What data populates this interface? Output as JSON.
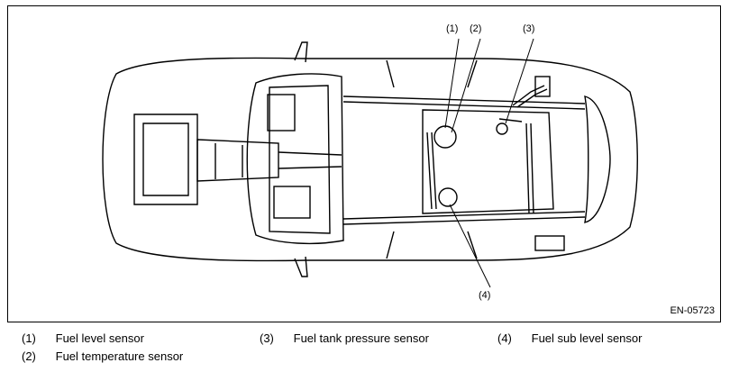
{
  "figure_code": "EN-05723",
  "callouts": [
    {
      "num": "(1)"
    },
    {
      "num": "(2)"
    },
    {
      "num": "(3)"
    },
    {
      "num": "(4)"
    }
  ],
  "legend": [
    {
      "num": "(1)",
      "label": "Fuel level sensor"
    },
    {
      "num": "(2)",
      "label": "Fuel temperature sensor"
    },
    {
      "num": "(3)",
      "label": "Fuel tank pressure sensor"
    },
    {
      "num": "(4)",
      "label": "Fuel sub level sensor"
    }
  ]
}
